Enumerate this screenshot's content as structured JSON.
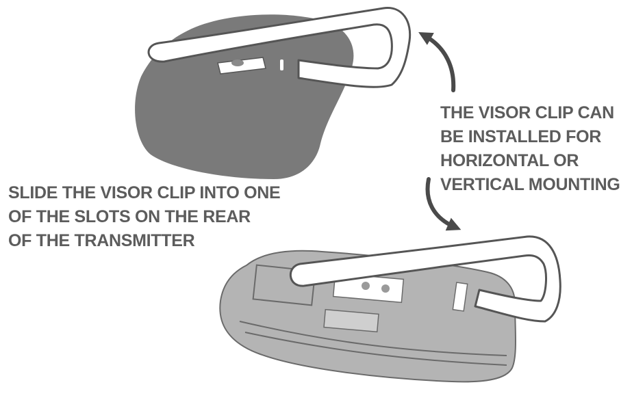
{
  "captions": {
    "slide_instruction": [
      "SLIDE THE VISOR CLIP INTO ONE",
      "OF THE SLOTS ON THE REAR",
      "OF THE TRANSMITTER"
    ],
    "mounting_note": [
      "THE VISOR CLIP CAN",
      "BE INSTALLED FOR",
      "HORIZONTAL OR",
      "VERTICAL MOUNTING"
    ]
  },
  "colors": {
    "transmitter_dark": "#7a7a7a",
    "transmitter_light": "#b4b4b4",
    "outline": "#555555",
    "clip_fill": "#ffffff",
    "text": "#5c5c5c",
    "arrow": "#4a4a4a"
  }
}
